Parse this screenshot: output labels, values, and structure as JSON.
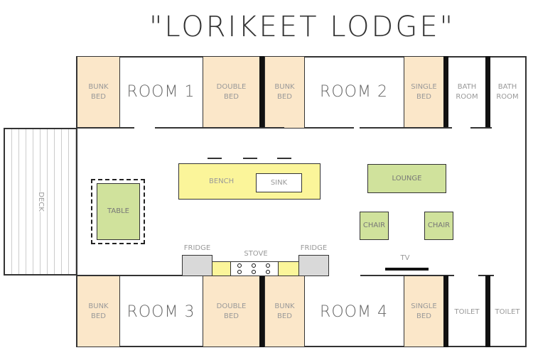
{
  "title": "\"LORIKEET LODGE\"",
  "deck": "DECK",
  "top_rooms": [
    {
      "bed": "BUNK\nBED",
      "room": "ROOM 1",
      "bed2": "DOUBLE\nBED",
      "bed3": "BUNK\nBED"
    },
    {
      "room": "ROOM 2",
      "bed": "SINGLE\nBED",
      "bath1": "BATH\nROOM",
      "bath2": "BATH\nROOM"
    }
  ],
  "bottom_rooms": [
    {
      "bed": "BUNK\nBED",
      "room": "ROOM 3",
      "bed2": "DOUBLE\nBED",
      "bed3": "BUNK\nBED"
    },
    {
      "room": "ROOM 4",
      "bed": "SINGLE\nBED",
      "toilet1": "TOILET",
      "toilet2": "TOILET"
    }
  ],
  "living": {
    "bench": "BENCH",
    "sink": "SINK",
    "table": "TABLE",
    "lounge": "LOUNGE",
    "chair1": "CHAIR",
    "chair2": "CHAIR",
    "fridge1": "FRIDGE",
    "fridge2": "FRIDGE",
    "stove": "STOVE",
    "tv": "TV"
  },
  "colors": {
    "bed": "#fbe7c9",
    "furniture": "#d0e29c",
    "bench": "#fbf59a",
    "appliance": "#d9d9d9"
  }
}
